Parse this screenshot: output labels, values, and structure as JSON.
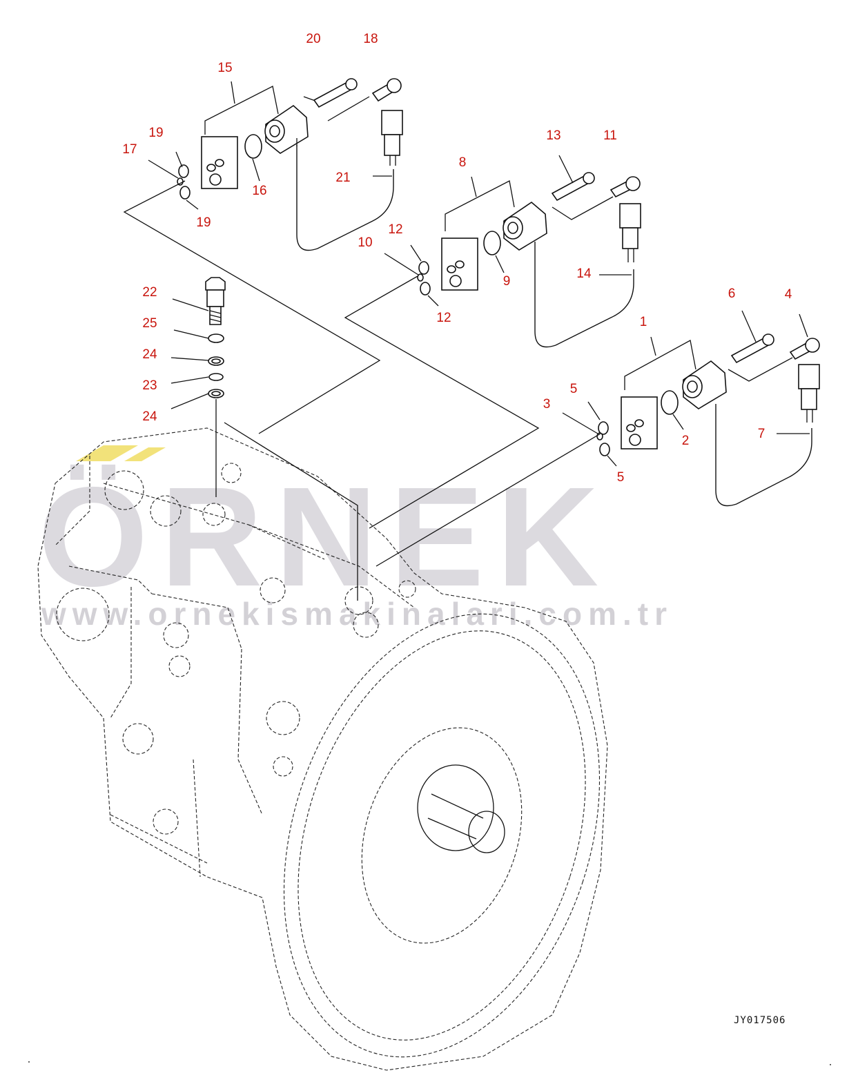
{
  "watermark": {
    "brand": "ÖRNEK",
    "url": "www.ornekismakinalari.com.tr",
    "brand_color": "#dcdadf",
    "accent_color": "#f2e27a"
  },
  "drawing_code": "JY017506",
  "callout_color": "#c8140c",
  "callouts": {
    "c1": "1",
    "c2": "2",
    "c3": "3",
    "c4": "4",
    "c5a": "5",
    "c5b": "5",
    "c6": "6",
    "c7": "7",
    "c8": "8",
    "c9": "9",
    "c10": "10",
    "c11": "11",
    "c12a": "12",
    "c12b": "12",
    "c13": "13",
    "c14": "14",
    "c15": "15",
    "c16": "16",
    "c17": "17",
    "c18": "18",
    "c19a": "19",
    "c19b": "19",
    "c20": "20",
    "c21": "21",
    "c22": "22",
    "c23": "23",
    "c24a": "24",
    "c24b": "24",
    "c25": "25"
  }
}
